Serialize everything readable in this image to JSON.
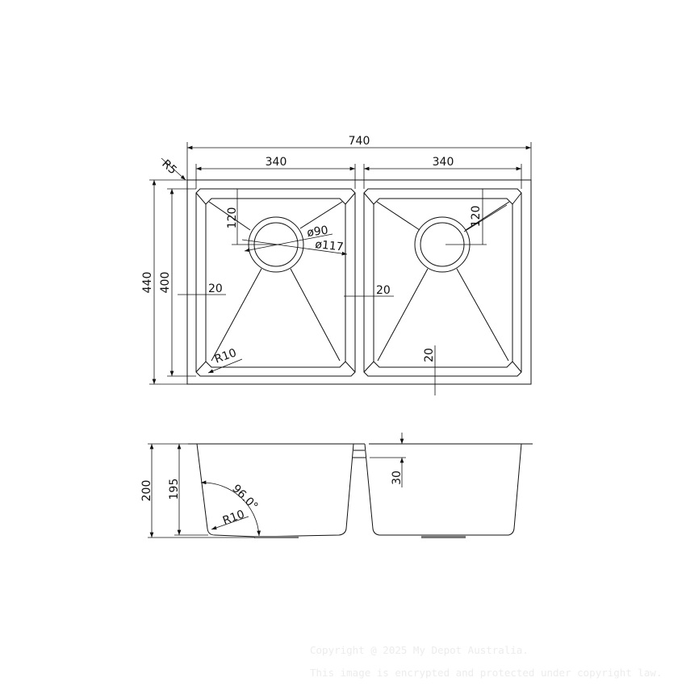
{
  "plan_view": {
    "overall_width": "740",
    "left_bowl_width": "340",
    "right_bowl_width": "340",
    "overall_depth": "440",
    "bowl_depth": "400",
    "corner_radius_outer": "R5",
    "corner_radius_bowl": "R10",
    "waste_inner_dia": "ø90",
    "waste_outer_dia": "ø117",
    "left_waste_offset": "120",
    "right_waste_offset": "120",
    "left_rim": "20",
    "center_rim": "20",
    "bottom_rim": "20"
  },
  "section_view": {
    "overall_height": "200",
    "bowl_height": "195",
    "wall_angle": "96.0°",
    "bottom_radius": "R10",
    "divider_drop": "30"
  },
  "watermark": {
    "line1": "Copyright @ 2025 My Depot Australia.",
    "line2": "This image is encrypted and protected under copyright law."
  }
}
